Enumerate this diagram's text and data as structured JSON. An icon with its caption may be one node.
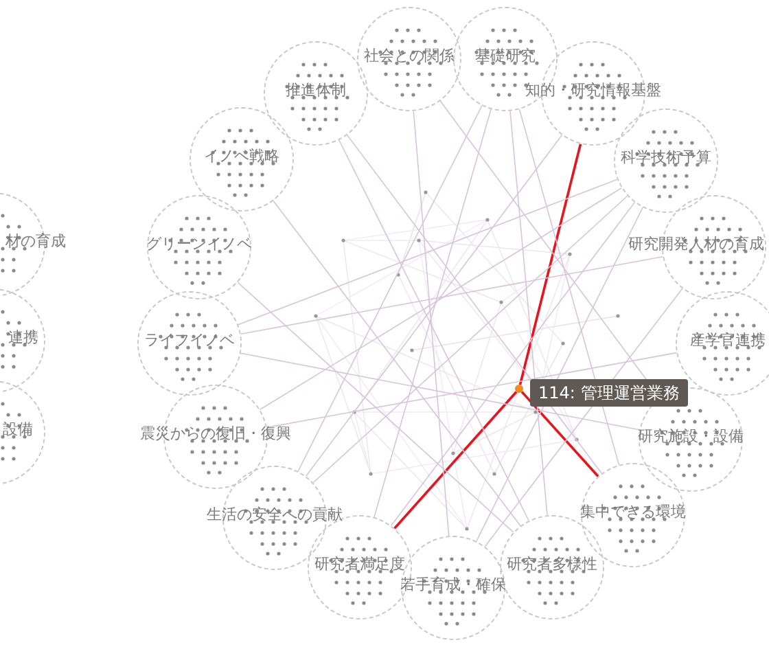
{
  "diagram": {
    "nodes": [
      {
        "text": [
          "社会との関係"
        ]
      },
      {
        "text": [
          "基礎研究"
        ]
      },
      {
        "text": [
          "知的・研究情報基盤"
        ]
      },
      {
        "text": [
          "科学技術予算"
        ]
      },
      {
        "text": [
          "研究開発人材の育成"
        ]
      },
      {
        "text": [
          "産学官連携"
        ]
      },
      {
        "text": [
          "研究施設・設備"
        ]
      },
      {
        "text": [
          "集中できる環境"
        ]
      },
      {
        "text": [
          "研究者多様性"
        ]
      },
      {
        "text": [
          "若手育成・確保"
        ]
      },
      {
        "text": [
          "研究者満足度"
        ]
      },
      {
        "text": [
          "生活の安全への貢献"
        ]
      },
      {
        "text": [
          "震災からの復旧・復興"
        ]
      },
      {
        "text": [
          "ライフイノベ"
        ]
      },
      {
        "text": [
          "グリーンイノベ"
        ]
      },
      {
        "text": [
          "イノベ戦略"
        ]
      },
      {
        "text": [
          "推進体制"
        ]
      },
      {
        "text": [
          "材の育成"
        ]
      },
      {
        "text": [
          "連携"
        ]
      },
      {
        "text": [
          "設備"
        ]
      },
      {
        "text": [],
        "shape": "circle"
      }
    ],
    "edges": [
      {
        "from": 20,
        "to": 2,
        "arrow": "none",
        "color": "#e8141c"
      },
      {
        "from": 20,
        "to": 10,
        "arrow": "none",
        "color": "#e8141c"
      },
      {
        "from": 20,
        "to": 7,
        "arrow": "none",
        "color": "#e8141c"
      },
      {
        "from": 16,
        "to": 7,
        "arrow": "none"
      },
      {
        "from": 16,
        "to": 8,
        "arrow": "none"
      },
      {
        "from": 1,
        "to": 8,
        "arrow": "none"
      },
      {
        "from": 1,
        "to": 7,
        "arrow": "none"
      },
      {
        "from": 1,
        "to": 10,
        "arrow": "none"
      },
      {
        "from": 0,
        "to": 6,
        "arrow": "none"
      },
      {
        "from": 0,
        "to": 9,
        "arrow": "none"
      },
      {
        "from": 3,
        "to": 10,
        "arrow": "none"
      },
      {
        "from": 3,
        "to": 11,
        "arrow": "none"
      },
      {
        "from": 3,
        "to": 13,
        "arrow": "none"
      },
      {
        "from": 3,
        "to": 9,
        "arrow": "none"
      },
      {
        "from": 15,
        "to": 8,
        "arrow": "none"
      },
      {
        "from": 14,
        "to": 8,
        "arrow": "none"
      },
      {
        "from": 13,
        "to": 6,
        "arrow": "none"
      },
      {
        "from": 2,
        "to": 11,
        "arrow": "none"
      },
      {
        "from": 1,
        "to": 11,
        "arrow": "none"
      },
      {
        "from": 5,
        "to": 12,
        "arrow": "none"
      },
      {
        "from": 4,
        "to": 9,
        "arrow": "none"
      },
      {
        "from": 3,
        "to": 12,
        "arrow": "none"
      },
      {
        "from": 4,
        "to": 13,
        "arrow": "none"
      }
    ],
    "labels": [
      "114: 管理運営業務"
    ]
  }
}
